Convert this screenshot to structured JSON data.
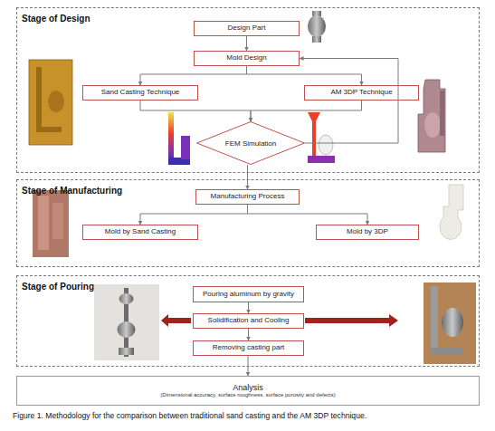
{
  "diagram": {
    "caption": "Figure 1. Methodology for the comparison between traditional sand casting and the AM 3DP technique.",
    "nodes": [
      {
        "text": [
          "Stage of Design"
        ]
      },
      {
        "text": [
          "Design Part"
        ],
        "in": 0
      },
      {
        "text": [
          "Mold Design"
        ],
        "in": 0
      },
      {
        "text": [
          "Sand Casting Technique"
        ],
        "in": 0
      },
      {
        "text": [
          "AM 3DP Technique"
        ],
        "in": 0
      },
      {
        "text": [
          "FEM Simulation"
        ],
        "in": 0
      },
      {
        "text": [
          "Stage of Manufacturing"
        ]
      },
      {
        "text": [
          "Manufacturing Process"
        ],
        "in": 6
      },
      {
        "text": [
          "Mold by Sand Casting"
        ],
        "in": 6
      },
      {
        "text": [
          "Mold by 3DP"
        ],
        "in": 6
      },
      {
        "text": [
          "Stage of Pouring"
        ]
      },
      {
        "text": [
          "Pouring aluminum by gravity"
        ],
        "in": 10
      },
      {
        "text": [
          "Solidification and Cooling"
        ],
        "in": 10
      },
      {
        "text": [
          "Removing casting part"
        ],
        "in": 10
      },
      {
        "text": [
          "Analysis",
          "(Dimensional accuracy, surface roughness, surface porosity and defects)"
        ]
      }
    ],
    "edges": [
      {
        "from": 1,
        "to": 2,
        "arrow": "to"
      },
      {
        "from": 2,
        "to": 3,
        "arrow": "to"
      },
      {
        "from": 2,
        "to": 4,
        "arrow": "to"
      },
      {
        "from": 3,
        "to": 5,
        "arrow": "to"
      },
      {
        "from": 4,
        "to": 5,
        "arrow": "to"
      },
      {
        "from": 5,
        "to": 2,
        "arrow": "to"
      },
      {
        "from": 5,
        "to": 7,
        "arrow": "to"
      },
      {
        "from": 7,
        "to": 8,
        "arrow": "to"
      },
      {
        "from": 7,
        "to": 9,
        "arrow": "to"
      },
      {
        "from": 11,
        "to": 12,
        "arrow": "to"
      },
      {
        "from": 12,
        "to": 13,
        "arrow": "to"
      },
      {
        "from": 13,
        "to": 14,
        "arrow": "to"
      }
    ]
  }
}
